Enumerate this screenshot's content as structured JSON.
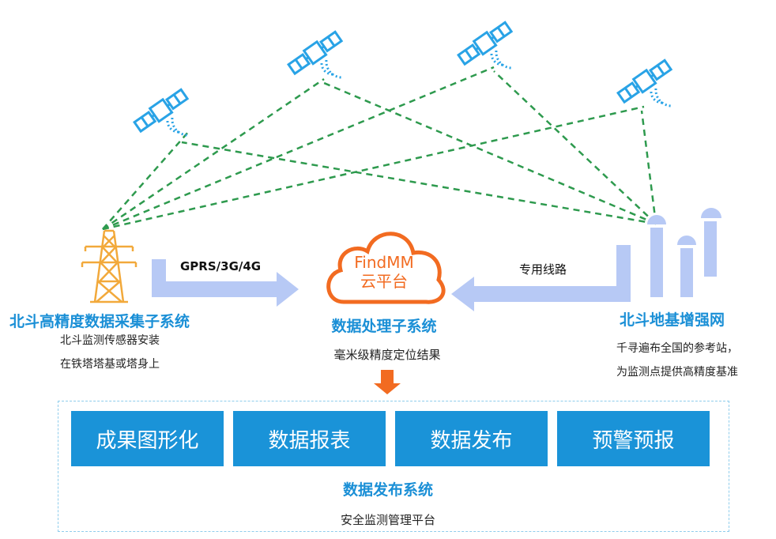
{
  "left_system": {
    "title": "北斗高精度数据采集子系统",
    "desc_line1": "北斗监测传感器安装",
    "desc_line2": "在铁塔塔基或塔身上"
  },
  "link_left": {
    "label": "GPRS/3G/4G"
  },
  "cloud": {
    "brand": "FindMM",
    "subtitle": "云平台"
  },
  "center_system": {
    "title": "数据处理子系统",
    "desc": "毫米级精度定位结果"
  },
  "link_right": {
    "label": "专用线路"
  },
  "right_system": {
    "title": "北斗地基增强网",
    "desc_line1": "千寻遍布全国的参考站，",
    "desc_line2": "为监测点提供高精度基准"
  },
  "publish": {
    "boxes": [
      "成果图形化",
      "数据报表",
      "数据发布",
      "预警预报"
    ],
    "title": "数据发布系统",
    "subtitle": "安全监测管理平台"
  },
  "colors": {
    "signal_line": "#2e9a4e",
    "satellite": "#29a3e6",
    "tower": "#f2a93b",
    "cloud": "#f26b21",
    "arrow": "#b7c9f5",
    "box": "#1a93d8"
  }
}
